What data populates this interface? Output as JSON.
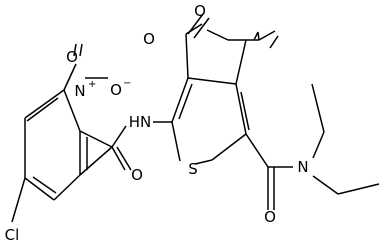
{
  "structure": {
    "labels": {
      "methoxy_o": "O",
      "ester_carbonyl_o": "O",
      "nitro_n": "N",
      "nitro_n_charge": "+",
      "nitro_o_minus": "O",
      "nitro_o_charge": "−",
      "nitro_o": "O",
      "amide_nh": "HN",
      "ring_s": "S",
      "amide_o": "O",
      "diethylamide_n": "N",
      "diethylamide_o": "O",
      "chloro": "Cl"
    }
  }
}
